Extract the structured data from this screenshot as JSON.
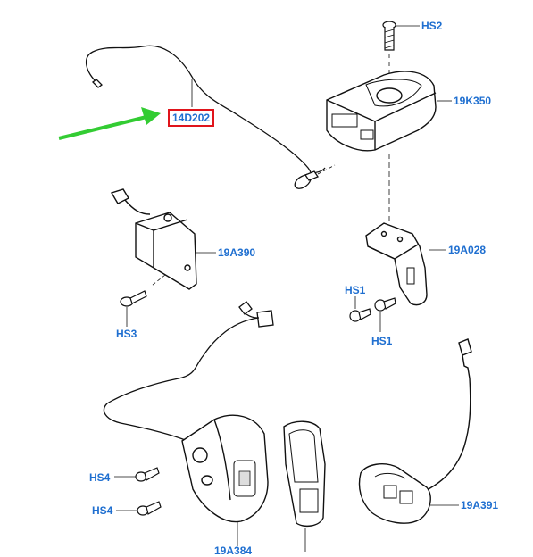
{
  "colors": {
    "label": "#1f6fd0",
    "highlight_box": "#e0141b",
    "arrow": "#33cc33",
    "line": "#111111"
  },
  "labels": {
    "hs2": "HS2",
    "p19k350": "19K350",
    "p14d202": "14D202",
    "p19a390": "19A390",
    "hs3": "HS3",
    "p19a028": "19A028",
    "hs1_top": "HS1",
    "hs1_bottom": "HS1",
    "hs4_top": "HS4",
    "hs4_bottom": "HS4",
    "p19a391": "19A391",
    "p19a384": "19A384"
  },
  "highlighted_part": "14D202",
  "icons": [
    "green-pointer-arrow"
  ]
}
